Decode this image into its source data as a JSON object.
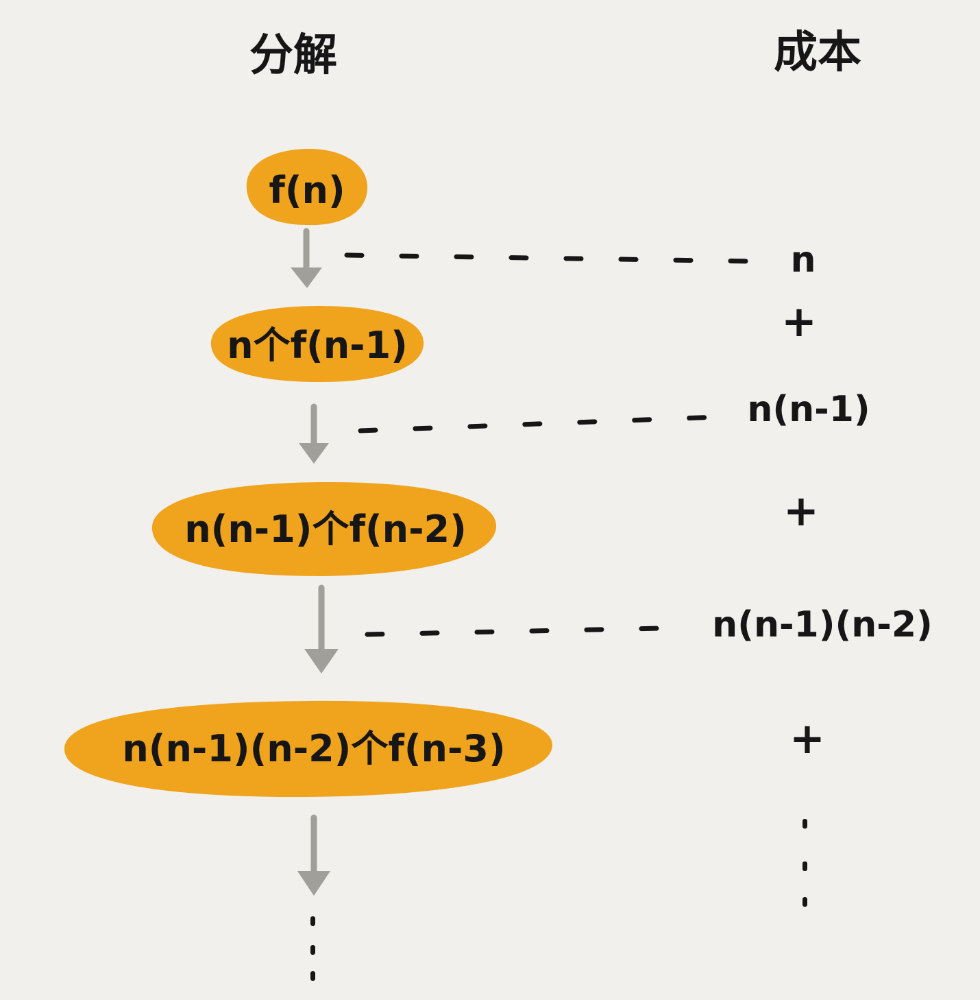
{
  "headers": {
    "decomposition": "分解",
    "cost": "成本"
  },
  "nodes": [
    "f(n)",
    "n个f(n-1)",
    "n(n-1)个f(n-2)",
    "n(n-1)(n-2)个f(n-3)"
  ],
  "costs": [
    "n",
    "n(n-1)",
    "n(n-1)(n-2)"
  ],
  "plus_signs": [
    "+",
    "+",
    "+"
  ],
  "colors": {
    "background": "#f1f0ec",
    "node_fill": "#f0a31c",
    "arrow": "#a09f99",
    "ink": "#161616"
  }
}
